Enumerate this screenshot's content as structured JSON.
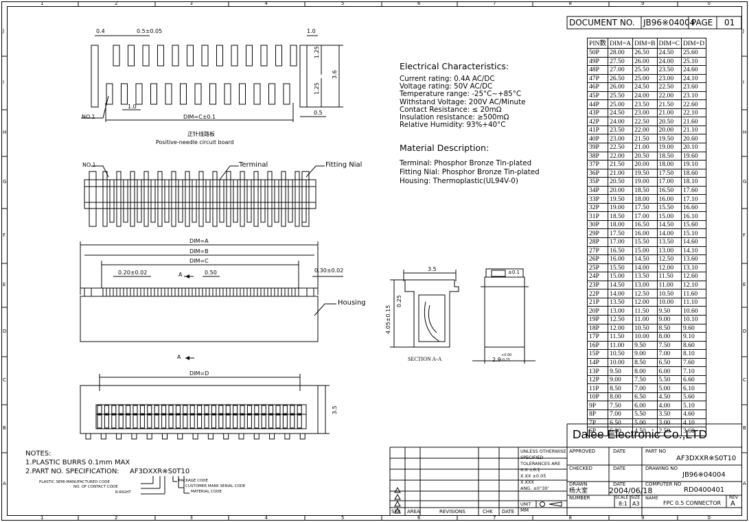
{
  "header": {
    "doc_no_label": "DOCUMENT NO.",
    "doc_no": "JB96※04004",
    "page_label": "PAGE",
    "page": "01"
  },
  "border": {
    "columns": [
      "1",
      "2",
      "3",
      "4",
      "5",
      "6",
      "7",
      "8",
      "9",
      "0"
    ],
    "rows": [
      "J",
      "I",
      "H",
      "G",
      "F",
      "E",
      "D",
      "C",
      "B",
      "A"
    ]
  },
  "top_view": {
    "dim_04": "0.4",
    "dim_pitch": "0.5±0.05",
    "dim_10_top": "1.0",
    "dim_125_a": "1.25",
    "dim_125_b": "1.25",
    "dim_36": "3.6",
    "no1": "NO.1",
    "dim_10_bottom": "1.0",
    "dim_c": "DIM=C±0.1",
    "dim_05": "0.5",
    "caption_cn": "正针线路板",
    "caption_en": "Positive-needle circuit board"
  },
  "front_view": {
    "no1": "NO.1",
    "terminal": "Terminal",
    "fitting_nail": "Fitting Nial"
  },
  "main_view": {
    "dim_a": "DIM=A",
    "dim_b": "DIM=B",
    "dim_c": "DIM=C",
    "dim_020": "0.20±0.02",
    "section_a_top": "A",
    "dim_050": "0.50",
    "dim_030": "0.30±0.02",
    "housing": "Housing",
    "section_a_bottom": "A"
  },
  "bottom_view": {
    "dim_d": "DIM=D",
    "dim_35": "3.5"
  },
  "section": {
    "dim_35": "3.5",
    "dim_025": "0.25",
    "dim_405": "4.05±0.15",
    "label": "SECTION  A-A",
    "flatness": "±0.1",
    "dim_29": "2.9",
    "tol_plus": "+0.00",
    "tol_minus": "-0.25"
  },
  "electrical": {
    "title": "Electrical  Characteristics:",
    "lines": [
      "Current rating: 0.4A AC/DC",
      "Voltage rating: 50V   AC/DC",
      "Temperature range:  -25°C~+85°C",
      "Withstand Voltage: 200V AC/Minute",
      "Contact  Resistance:  ≤ 20mΩ",
      "Insulation  resistance:  ≥500mΩ",
      "Relative  Humidity:  93%+40°C"
    ]
  },
  "material": {
    "title": "Material  Description:",
    "lines": [
      "Terminal: Phosphor Bronze Tin-plated",
      "Fitting Nial: Phosphor Bronze Tin-plated",
      "Housing: Thermoplastic(UL94V-0)"
    ]
  },
  "dim_table": {
    "headers": [
      "PIN数",
      "DIM=A",
      "DIM=B",
      "DIM=C",
      "DIM=D"
    ],
    "rows": [
      [
        "50P",
        "28.00",
        "26.50",
        "24.50",
        "25.60"
      ],
      [
        "49P",
        "27.50",
        "26.00",
        "24.00",
        "25.10"
      ],
      [
        "48P",
        "27.00",
        "25.50",
        "23.50",
        "24.60"
      ],
      [
        "47P",
        "26.50",
        "25.00",
        "23.00",
        "24.10"
      ],
      [
        "46P",
        "26.00",
        "24.50",
        "22.50",
        "23.60"
      ],
      [
        "45P",
        "25.50",
        "24.00",
        "22.00",
        "23.10"
      ],
      [
        "44P",
        "25.00",
        "23.50",
        "21.50",
        "22.60"
      ],
      [
        "43P",
        "24.50",
        "23.00",
        "21.00",
        "22.10"
      ],
      [
        "42P",
        "24.00",
        "22.50",
        "20.50",
        "21.60"
      ],
      [
        "41P",
        "23.50",
        "22.00",
        "20.00",
        "21.10"
      ],
      [
        "40P",
        "23.00",
        "21.50",
        "19.50",
        "20.60"
      ],
      [
        "39P",
        "22.50",
        "21.00",
        "19.00",
        "20.10"
      ],
      [
        "38P",
        "22.00",
        "20.50",
        "18.50",
        "19.60"
      ],
      [
        "37P",
        "21.50",
        "20.00",
        "18.00",
        "19.10"
      ],
      [
        "36P",
        "21.00",
        "19.50",
        "17.50",
        "18.60"
      ],
      [
        "35P",
        "20.50",
        "19.00",
        "17.00",
        "18.10"
      ],
      [
        "34P",
        "20.00",
        "18.50",
        "16.50",
        "17.60"
      ],
      [
        "33P",
        "19.50",
        "18.00",
        "16.00",
        "17.10"
      ],
      [
        "32P",
        "19.00",
        "17.50",
        "15.50",
        "16.60"
      ],
      [
        "31P",
        "18.50",
        "17.00",
        "15.00",
        "16.10"
      ],
      [
        "30P",
        "18.00",
        "16.50",
        "14.50",
        "15.60"
      ],
      [
        "29P",
        "17.50",
        "16.00",
        "14.00",
        "15.10"
      ],
      [
        "28P",
        "17.00",
        "15.50",
        "13.50",
        "14.60"
      ],
      [
        "27P",
        "16.50",
        "15.00",
        "13.00",
        "14.10"
      ],
      [
        "26P",
        "16.00",
        "14.50",
        "12.50",
        "13.60"
      ],
      [
        "25P",
        "15.50",
        "14.00",
        "12.00",
        "13.10"
      ],
      [
        "24P",
        "15.00",
        "13.50",
        "11.50",
        "12.60"
      ],
      [
        "23P",
        "14.50",
        "13.00",
        "11.00",
        "12.10"
      ],
      [
        "22P",
        "14.00",
        "12.50",
        "10.50",
        "11.60"
      ],
      [
        "21P",
        "13.50",
        "12.00",
        "10.00",
        "11.10"
      ],
      [
        "20P",
        "13.00",
        "11.50",
        "9.50",
        "10.60"
      ],
      [
        "19P",
        "12.50",
        "11.00",
        "9.00",
        "10.10"
      ],
      [
        "18P",
        "12.00",
        "10.50",
        "8.50",
        "9.60"
      ],
      [
        "17P",
        "11.50",
        "10.00",
        "8.00",
        "9.10"
      ],
      [
        "16P",
        "11.00",
        "9.50",
        "7.50",
        "8.60"
      ],
      [
        "15P",
        "10.50",
        "9.00",
        "7.00",
        "8.10"
      ],
      [
        "14P",
        "10.00",
        "8.50",
        "6.50",
        "7.60"
      ],
      [
        "13P",
        "9.50",
        "8.00",
        "6.00",
        "7.10"
      ],
      [
        "12P",
        "9.00",
        "7.50",
        "5.50",
        "6.60"
      ],
      [
        "11P",
        "8.50",
        "7.00",
        "5.00",
        "6.10"
      ],
      [
        "10P",
        "8.00",
        "6.50",
        "4.50",
        "5.60"
      ],
      [
        "9P",
        "7.50",
        "6.00",
        "4.00",
        "5.10"
      ],
      [
        "8P",
        "7.00",
        "5.50",
        "3.50",
        "4.60"
      ],
      [
        "7P",
        "6.50",
        "5.00",
        "3.00",
        "4.10"
      ],
      [
        "6P",
        "6.00",
        "4.50",
        "2.50",
        "3.60"
      ]
    ]
  },
  "notes": {
    "title": "NOTES:",
    "note1": "1.PLASTIC  BURRS  0.1mm  MAX",
    "note2_label": "2.PART  NO.  SPECIFICATION:",
    "note2_value": "AF3DXXR※S0T10",
    "legend_left": [
      "PLASTIC SEMI-MANUFACTURED CODE",
      "NO. OF CONTACT CODE",
      "R:RIGHT"
    ],
    "legend_right": [
      "PACKAGE CODE",
      "CUSTOMER MARK SERIAL CODE",
      "MATERIAL CODE"
    ]
  },
  "title_block": {
    "company": "Dalee Electronic Co.,LTD",
    "rev_headers": [
      "SER",
      "AREA",
      "REVISIONS",
      "CHK",
      "DATE"
    ],
    "tolerance": [
      "UNLESS  OTHERWISE",
      "SPECIFIED",
      "TOLERANCES ARE",
      "X.X     ±0.1",
      "X.XX    ±0.05",
      "X.XXX",
      "ANG.    ±0°30'"
    ],
    "unit_label": "UNIT",
    "unit": "MM",
    "approved": "APPROVED",
    "checked": "CHECKED",
    "drawn": "DRAWN",
    "date": "DATE",
    "drawn_by": "杨大室",
    "drawn_date": "2004/06/18",
    "number_label": "NUMBER",
    "scale_label": "SCALE",
    "scale": "8:1",
    "size_label": "SIZE",
    "size": "A3",
    "part_no_label": "PART NO",
    "part_no": "AF3DXXR※S0T10",
    "drawing_no_label": "DRAWING NO",
    "drawing_no": "JB96※04004",
    "computer_no_label": "COMPUTER NO",
    "computer_no": "RD0400401",
    "name_label": "NAME",
    "name": "FPC 0.5 CONNECTOR",
    "rev_label": "REV",
    "rev": "A"
  }
}
